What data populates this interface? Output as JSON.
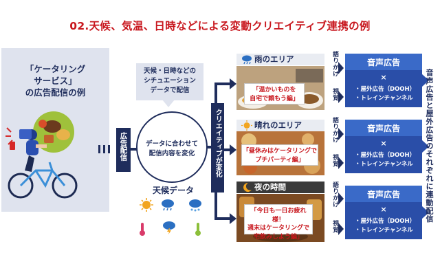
{
  "title": "02.天候、気温、日時などによる変動クリエイティブ連携の例",
  "left_box": {
    "line1": "「ケータリング",
    "line2": "サービス」",
    "line3": "の広告配信の例"
  },
  "ad_delivery_label": "広告配信",
  "callout": {
    "line1": "天候・日時などの",
    "line2": "シチュエーション",
    "line3": "データで配信"
  },
  "circle": {
    "line1": "データに合わせて",
    "line2": "配信内容を変化"
  },
  "weather": {
    "title": "天候データ",
    "icons": [
      "sun-icon",
      "rain-cloud-icon",
      "snow-cloud-icon",
      "hot-thermometer-icon",
      "thunder-cloud-icon",
      "cold-thermometer-icon"
    ]
  },
  "creative_change_label": "クリエイティブが変化",
  "scenes": [
    {
      "header": "雨のエリア",
      "icon": "rain-cloud-icon",
      "bubble_line1": "「温かいものを",
      "bubble_line2": "自宅で頼もう編」",
      "bubble_line3": ""
    },
    {
      "header": "晴れのエリア",
      "icon": "sun-icon",
      "bubble_line1": "「昼休みはケータリングで",
      "bubble_line2": "プチパーティ編」",
      "bubble_line3": ""
    },
    {
      "header": "夜の時間",
      "icon": "moon-icon",
      "bubble_line1": "「今日も一日お疲れ様！",
      "bubble_line2": "週末はケータリングで",
      "bubble_line3": "宅飲みしよう編」"
    }
  ],
  "channel_labels": {
    "speaking": "語りかけ",
    "visual": "視覚"
  },
  "media": {
    "head": "音声広告",
    "x": "×",
    "line1": "・屋外広告（DOOH）",
    "line2": "・トレインチャンネル"
  },
  "right_vertical": "音声広告と屋外広告のそれぞれに連動配信",
  "colors": {
    "title_red": "#c8171e",
    "navy": "#1f2d5c",
    "media_blue": "#2a4ea8",
    "panel_gray": "#dfe3ee"
  }
}
